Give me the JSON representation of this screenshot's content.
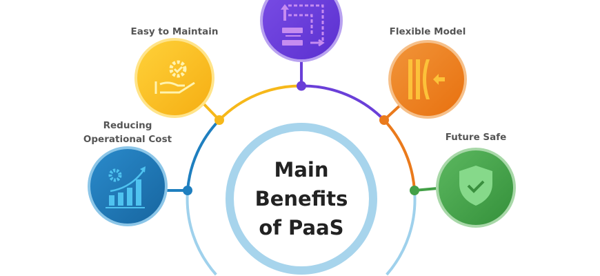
{
  "title": [
    "Main",
    "Benefits",
    "of PaaS"
  ],
  "benefits": [
    {
      "label": "",
      "icon": "scalability-icon",
      "color": "#6a3fd8"
    },
    {
      "label": "Easy to Maintain",
      "icon": "hand-gear-icon",
      "color": "#f6b81a"
    },
    {
      "label": "Flexible Model",
      "icon": "flex-arrow-icon",
      "color": "#ea7a1c"
    },
    {
      "label_lines": [
        "Reducing",
        "Operational Cost"
      ],
      "icon": "growth-chart-icon",
      "color": "#1f7fbf"
    },
    {
      "label": "Future Safe",
      "icon": "shield-check-icon",
      "color": "#43a047"
    }
  ],
  "colors": {
    "ring": "#9fd1ec",
    "center_ring": "#a7d4ec"
  }
}
